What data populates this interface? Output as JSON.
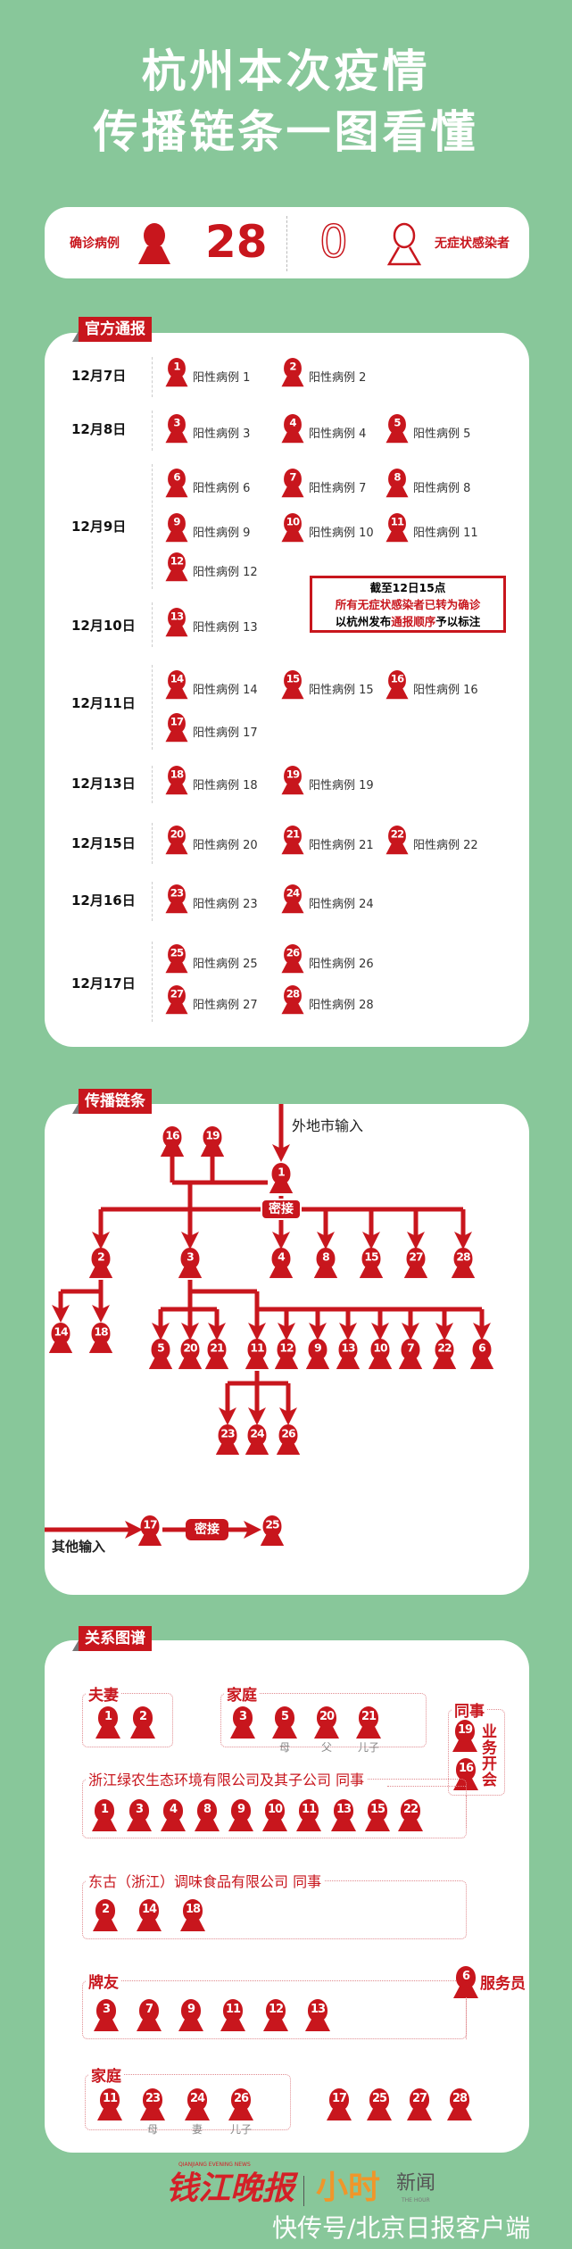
{
  "title": {
    "line1": "杭州本次疫情",
    "line2": "传播链条一图看懂"
  },
  "stats": {
    "confirmed_label": "确诊病例",
    "confirmed_count": "28",
    "asymptomatic_count": "0",
    "asymptomatic_label": "无症状感染者"
  },
  "official": {
    "tag": "官方通报",
    "note": {
      "line1": "截至12日15点",
      "line2": "所有无症状感染者已转为确诊",
      "line3_a": "以杭州发布",
      "line3_b": "通报顺序",
      "line3_c": "予以标注"
    },
    "timeline": [
      {
        "date": "12月7日",
        "cases": [
          "1",
          "2"
        ]
      },
      {
        "date": "12月8日",
        "cases": [
          "3",
          "4",
          "5"
        ]
      },
      {
        "date": "12月9日",
        "cases": [
          "6",
          "7",
          "8",
          "9",
          "10",
          "11",
          "12"
        ]
      },
      {
        "date": "12月10日",
        "cases": [
          "13"
        ]
      },
      {
        "date": "12月11日",
        "cases": [
          "14",
          "15",
          "16",
          "17"
        ]
      },
      {
        "date": "12月13日",
        "cases": [
          "18",
          "19"
        ]
      },
      {
        "date": "12月15日",
        "cases": [
          "20",
          "21",
          "22"
        ]
      },
      {
        "date": "12月16日",
        "cases": [
          "23",
          "24"
        ]
      },
      {
        "date": "12月17日",
        "cases": [
          "25",
          "26",
          "27",
          "28"
        ]
      }
    ],
    "case_labels": {
      "1": "阳性病例 1",
      "2": "阳性病例 2",
      "3": "阳性病例 3",
      "4": "阳性病例 4",
      "5": "阳性病例 5",
      "6": "阳性病例 6",
      "7": "阳性病例 7",
      "8": "阳性病例 8",
      "9": "阳性病例 9",
      "10": "阳性病例 10",
      "11": "阳性病例 11",
      "12": "阳性病例 12",
      "13": "阳性病例 13",
      "14": "阳性病例 14",
      "15": "阳性病例 15",
      "16": "阳性病例 16",
      "17": "阳性病例 17",
      "18": "阳性病例 18",
      "19": "阳性病例 19",
      "20": "阳性病例 20",
      "21": "阳性病例 21",
      "22": "阳性病例 22",
      "23": "阳性病例 23",
      "24": "阳性病例 24",
      "25": "阳性病例 25",
      "26": "阳性病例 26",
      "27": "阳性病例 27",
      "28": "阳性病例 28"
    }
  },
  "chain": {
    "tag": "传播链条",
    "import_label": "外地市输入",
    "other_import_label": "其他输入",
    "contact_label": "密接",
    "nodes": [
      "1",
      "16",
      "19",
      "2",
      "3",
      "4",
      "8",
      "15",
      "27",
      "28",
      "14",
      "18",
      "5",
      "20",
      "21",
      "11",
      "12",
      "9",
      "13",
      "10",
      "7",
      "22",
      "6",
      "23",
      "24",
      "26",
      "17",
      "25"
    ]
  },
  "relations": {
    "tag": "关系图谱",
    "groups": [
      {
        "label": "夫妻",
        "members": [
          "1",
          "2"
        ],
        "roles": [
          "",
          ""
        ]
      },
      {
        "label": "家庭",
        "members": [
          "3",
          "5",
          "20",
          "21"
        ],
        "roles": [
          "",
          "母",
          "父",
          "儿子"
        ]
      },
      {
        "label": "同事",
        "members": [
          "19",
          "16"
        ],
        "note": "业务开会"
      },
      {
        "label": "浙江绿农生态环境有限公司及其子公司 同事",
        "members": [
          "1",
          "3",
          "4",
          "8",
          "9",
          "10",
          "11",
          "13",
          "15",
          "22"
        ]
      },
      {
        "label": "东古（浙江）调味食品有限公司 同事",
        "members": [
          "2",
          "14",
          "18"
        ]
      },
      {
        "label": "牌友",
        "members": [
          "3",
          "7",
          "9",
          "11",
          "12",
          "13"
        ],
        "extra": {
          "member": "6",
          "role": "服务员"
        }
      },
      {
        "label": "家庭",
        "members": [
          "11",
          "23",
          "24",
          "26"
        ],
        "roles": [
          "",
          "母",
          "妻",
          "儿子"
        ]
      }
    ],
    "others": [
      "17",
      "25",
      "27",
      "28"
    ]
  },
  "footer": {
    "logo1": "钱江晚报",
    "logo1_en": "QIANJIANG EVENING NEWS",
    "logo2": "小时",
    "logo2_b": "新闻",
    "logo2_en": "THE HOUR",
    "source": "快传号/北京日报客户端"
  },
  "colors": {
    "background": "#88c79a",
    "accent": "#c8161d",
    "logo_orange": "#f0962a"
  }
}
